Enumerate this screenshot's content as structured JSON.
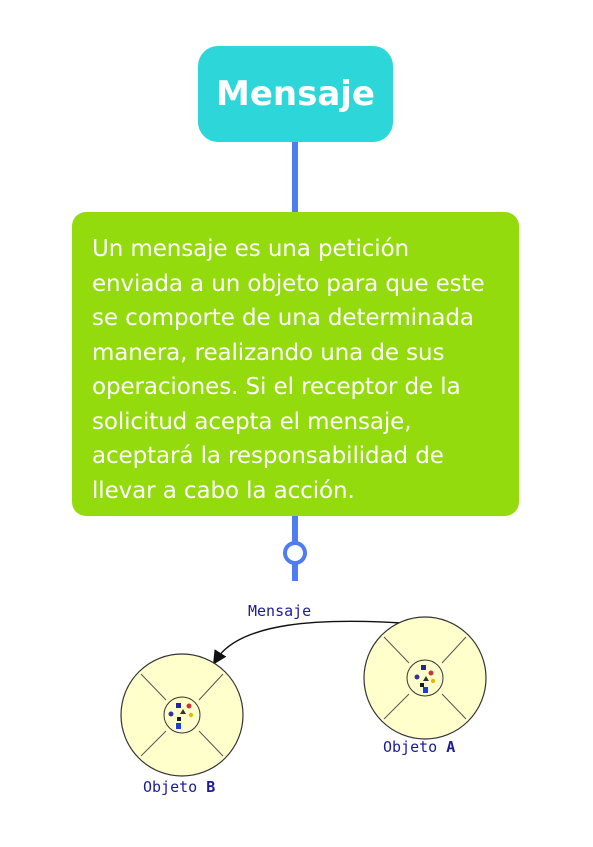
{
  "title": "Mensaje",
  "description": "Un mensaje es una petición enviada a un objeto para que este se comporte de una determinada manera, realizando una de sus operaciones. Si el receptor de la solicitud acepta el mensaje, aceptará la responsabilidad de llevar a cabo la acción.",
  "figure": {
    "arrow_label": "Mensaje",
    "object_a": {
      "prefix": "Objeto ",
      "letter": "A"
    },
    "object_b": {
      "prefix": "Objeto ",
      "letter": "B"
    }
  },
  "colors": {
    "title_box": "#2dd6d9",
    "description_box": "#93db0d",
    "connector": "#4f7cf0",
    "object_fill": "#ffffcc",
    "label_text": "#1b1b9a"
  }
}
